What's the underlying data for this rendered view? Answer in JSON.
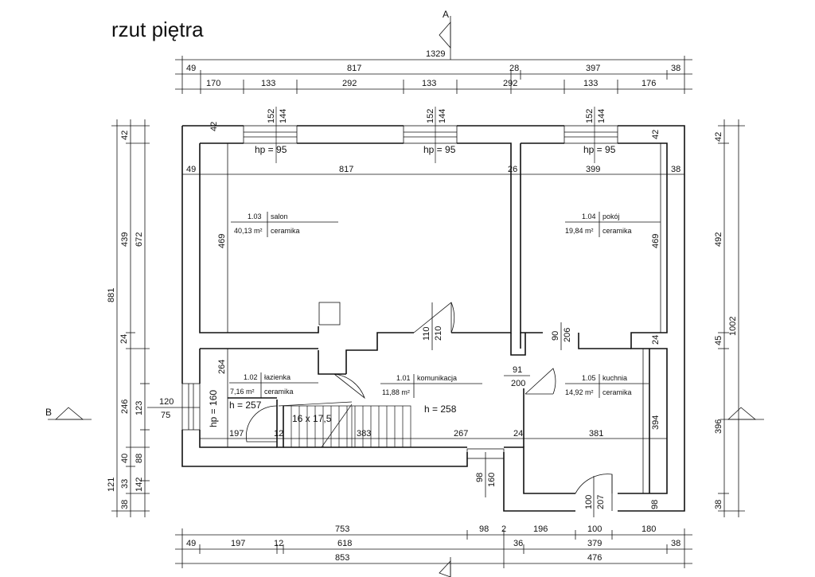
{
  "title": "rzut piętra",
  "section_marks": {
    "a_top": "A",
    "b_left": "B"
  },
  "top_dims": {
    "row1": [
      "1329"
    ],
    "row2": [
      "49",
      "817",
      "28",
      "397",
      "38"
    ],
    "row3": [
      "170",
      "133",
      "292",
      "133",
      "292",
      "133",
      "176"
    ]
  },
  "windows_top": [
    {
      "v1": "152",
      "v2": "144",
      "hp": "hp = 95"
    },
    {
      "v1": "152",
      "v2": "144",
      "hp": "hp = 95"
    },
    {
      "v1": "152",
      "v2": "144",
      "hp": "hp = 95"
    }
  ],
  "interior_dims": {
    "upper_row": [
      "49",
      "817",
      "26",
      "399",
      "38"
    ],
    "lower_row": [
      "197",
      "12",
      "383",
      "267",
      "24",
      "381"
    ],
    "salon_h": "469",
    "pokoj_h": "469",
    "lazienka_h": "264",
    "hp160": "hp = 160",
    "h257": "h = 257",
    "h258": "h = 258",
    "stairs": "16 x 17,5",
    "door_a": "110",
    "door_b": "210",
    "door_c": "90",
    "door_d": "206",
    "door_e": "91",
    "door_f": "200",
    "kuchnia_h": "394",
    "win_b1": "120",
    "win_b2": "75",
    "door_g": "98",
    "door_h": "160",
    "door_i": "100",
    "door_j": "207",
    "top_42_left": "42",
    "top_42_right": "42",
    "right_24": "24",
    "left_24": "24",
    "bottom_98": "98"
  },
  "rooms": [
    {
      "num": "1.03",
      "name": "salon",
      "area": "40,13 m²",
      "floor": "ceramika"
    },
    {
      "num": "1.04",
      "name": "pokój",
      "area": "19,84 m²",
      "floor": "ceramika"
    },
    {
      "num": "1.02",
      "name": "łazienka",
      "area": "7,16 m²",
      "floor": "ceramika"
    },
    {
      "num": "1.01",
      "name": "komunikacja",
      "area": "11,88 m²",
      "floor": ""
    },
    {
      "num": "1.05",
      "name": "kuchnia",
      "area": "14,92 m²",
      "floor": "ceramika"
    }
  ],
  "left_dims": {
    "outer": "881",
    "middle": [
      "439",
      "24",
      "246",
      "40",
      "121"
    ],
    "inner": [
      "42",
      "672",
      "123",
      "88",
      "33",
      "142",
      "38"
    ]
  },
  "right_dims": {
    "outer": "1002",
    "inner": [
      "42",
      "492",
      "45",
      "396",
      "38"
    ],
    "inner2": [
      "24"
    ]
  },
  "bottom_dims": {
    "row1": [
      "753",
      "98",
      "2",
      "196",
      "100",
      "180"
    ],
    "row2": [
      "49",
      "197",
      "12",
      "618",
      "36",
      "379",
      "38"
    ],
    "row3": [
      "853",
      "476"
    ]
  }
}
